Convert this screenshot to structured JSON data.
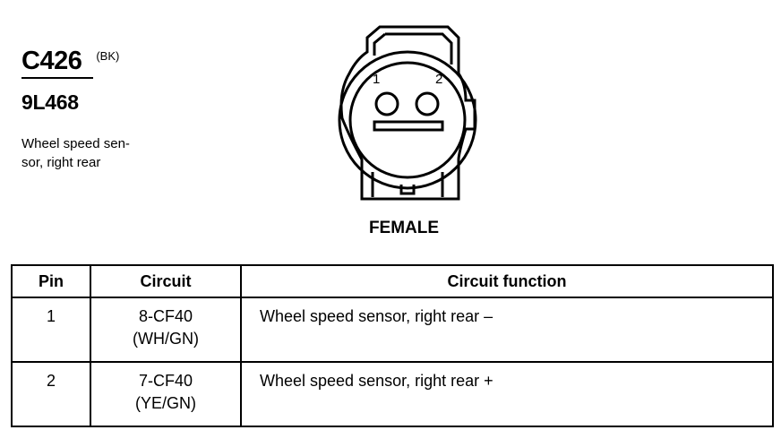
{
  "connector": {
    "id": "C426",
    "color_code": "(BK)",
    "part_number": "9L468",
    "description": "Wheel speed sen-\nsor, right rear"
  },
  "diagram": {
    "pin_label_1": "1",
    "pin_label_2": "2",
    "view_label": "FEMALE"
  },
  "table": {
    "headers": {
      "pin": "Pin",
      "circuit": "Circuit",
      "function": "Circuit function"
    },
    "rows": [
      {
        "pin": "1",
        "circuit": "8-CF40",
        "wire_color": "(WH/GN)",
        "function": "Wheel speed sensor, right rear –"
      },
      {
        "pin": "2",
        "circuit": "7-CF40",
        "wire_color": "(YE/GN)",
        "function": "Wheel speed sensor, right rear +"
      }
    ]
  }
}
